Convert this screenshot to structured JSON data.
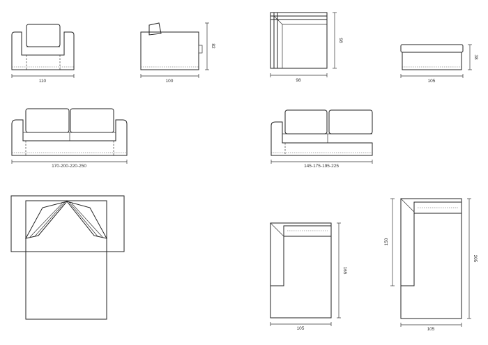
{
  "drawings": [
    {
      "id": "armchair-front",
      "dimensions": [
        "110"
      ]
    },
    {
      "id": "armchair-side",
      "dimensions": [
        "100",
        "82"
      ]
    },
    {
      "id": "corner-top",
      "dimensions": [
        "98",
        "98"
      ]
    },
    {
      "id": "pouf-front",
      "dimensions": [
        "105",
        "38"
      ]
    },
    {
      "id": "sofa-front",
      "dimensions": [
        "170-200-220-250"
      ]
    },
    {
      "id": "sofa-one-arm-front",
      "dimensions": [
        "145-175-195-225"
      ]
    },
    {
      "id": "chaise-short-top",
      "dimensions": [
        "105",
        "165"
      ]
    },
    {
      "id": "chaise-long-top",
      "dimensions": [
        "105",
        "150",
        "205"
      ]
    }
  ],
  "colors": {
    "line": "#222222",
    "paper": "#ffffff"
  }
}
